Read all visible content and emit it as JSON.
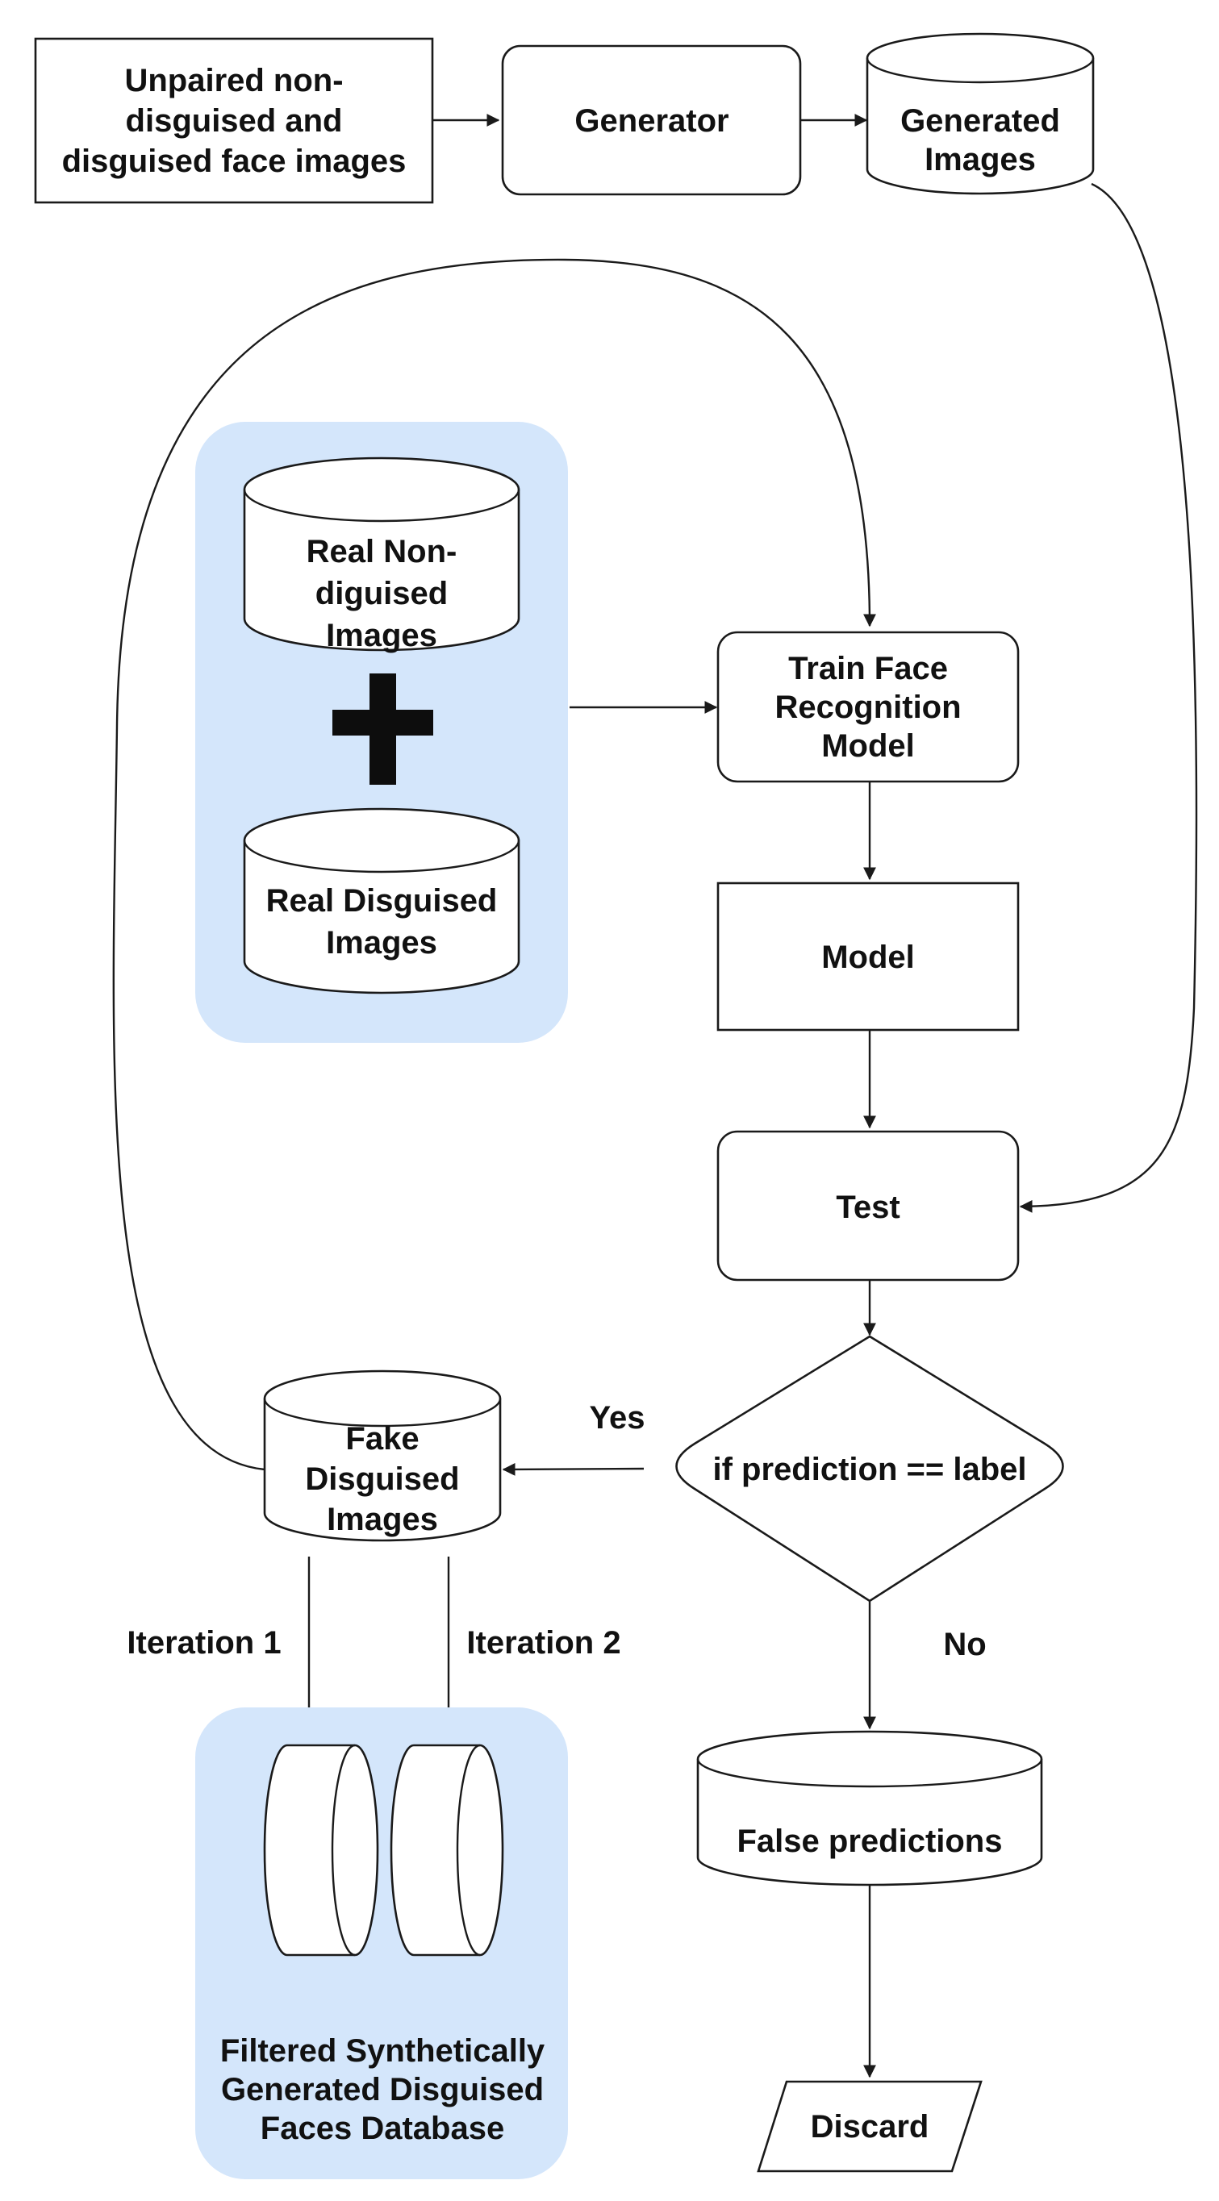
{
  "nodes": {
    "input": {
      "lines": [
        "Unpaired non-",
        "disguised and",
        "disguised face images"
      ]
    },
    "generator": {
      "lines": [
        "Generator"
      ]
    },
    "generated_images": {
      "lines": [
        "Generated",
        "Images"
      ]
    },
    "real_non_disguised": {
      "lines": [
        "Real Non-",
        "diguised",
        "Images"
      ]
    },
    "real_disguised": {
      "lines": [
        "Real Disguised",
        "Images"
      ]
    },
    "train_model": {
      "lines": [
        "Train Face",
        "Recognition",
        "Model"
      ]
    },
    "model": {
      "lines": [
        "Model"
      ]
    },
    "test": {
      "lines": [
        "Test"
      ]
    },
    "decision": {
      "lines": [
        "if prediction == label"
      ]
    },
    "fake_disguised": {
      "lines": [
        "Fake",
        "Disguised",
        "Images"
      ]
    },
    "filtered_db": {
      "lines": [
        "Filtered Synthetically",
        "Generated Disguised",
        "Faces Database"
      ]
    },
    "false_predictions": {
      "lines": [
        "False predictions"
      ]
    },
    "discard": {
      "lines": [
        "Discard"
      ]
    }
  },
  "edge_labels": {
    "yes": "Yes",
    "no": "No",
    "iteration1": "Iteration 1",
    "iteration2": "Iteration 2"
  },
  "colors": {
    "group_background": "#d4e6fb",
    "stroke": "#1a1a1a"
  }
}
